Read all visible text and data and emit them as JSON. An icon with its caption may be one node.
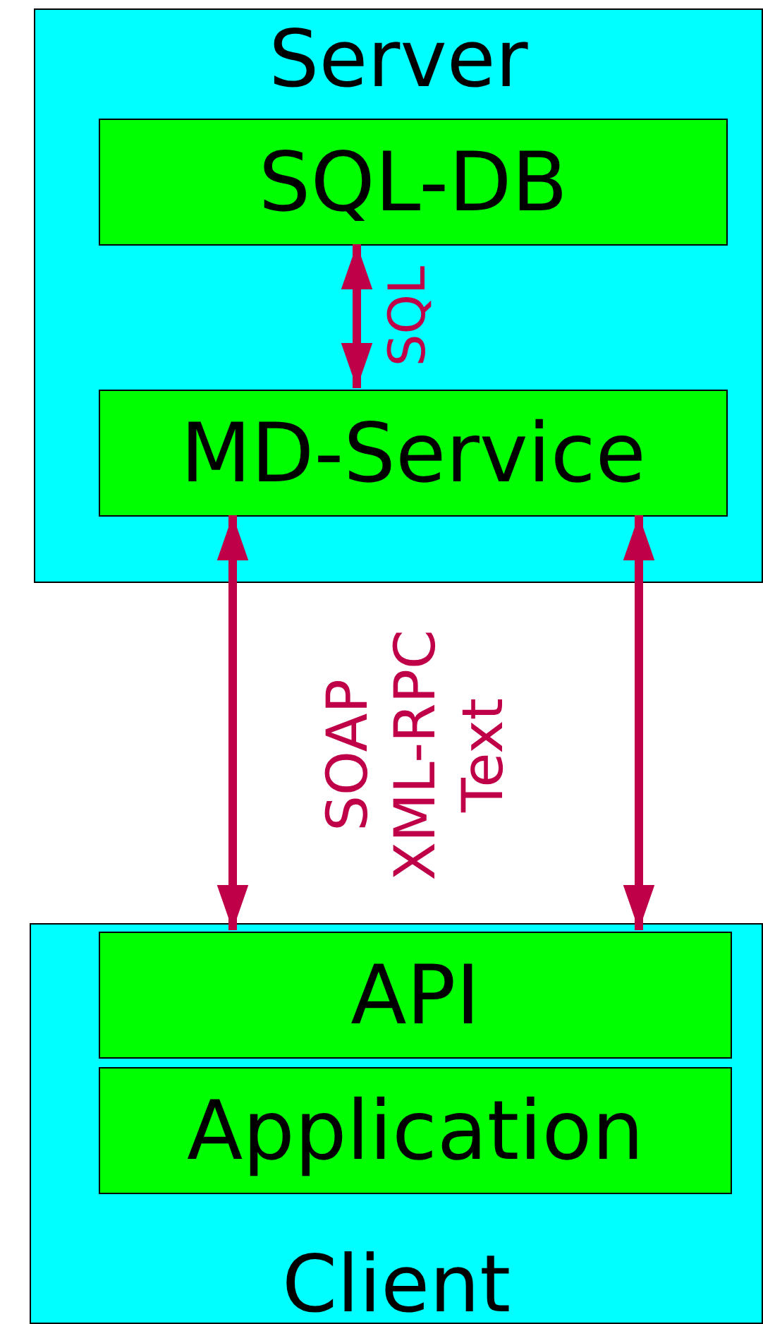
{
  "diagram": {
    "nodes": [
      {
        "text": [
          "Server"
        ]
      },
      {
        "text": [
          "SQL-DB"
        ],
        "in": 0
      },
      {
        "text": [
          "MD-Service"
        ],
        "in": 0
      },
      {
        "text": [
          "Client"
        ]
      },
      {
        "text": [
          "API"
        ],
        "in": 3
      },
      {
        "text": [
          "Application"
        ],
        "in": 3
      }
    ],
    "edges": [
      {
        "from": 1,
        "to": 2,
        "arrow": "both",
        "label": "SQL"
      },
      {
        "from": 2,
        "to": 4,
        "arrow": "both"
      },
      {
        "from": 2,
        "to": 4,
        "arrow": "both"
      }
    ],
    "labels": [
      "SOAP XML-RPC Text"
    ]
  }
}
